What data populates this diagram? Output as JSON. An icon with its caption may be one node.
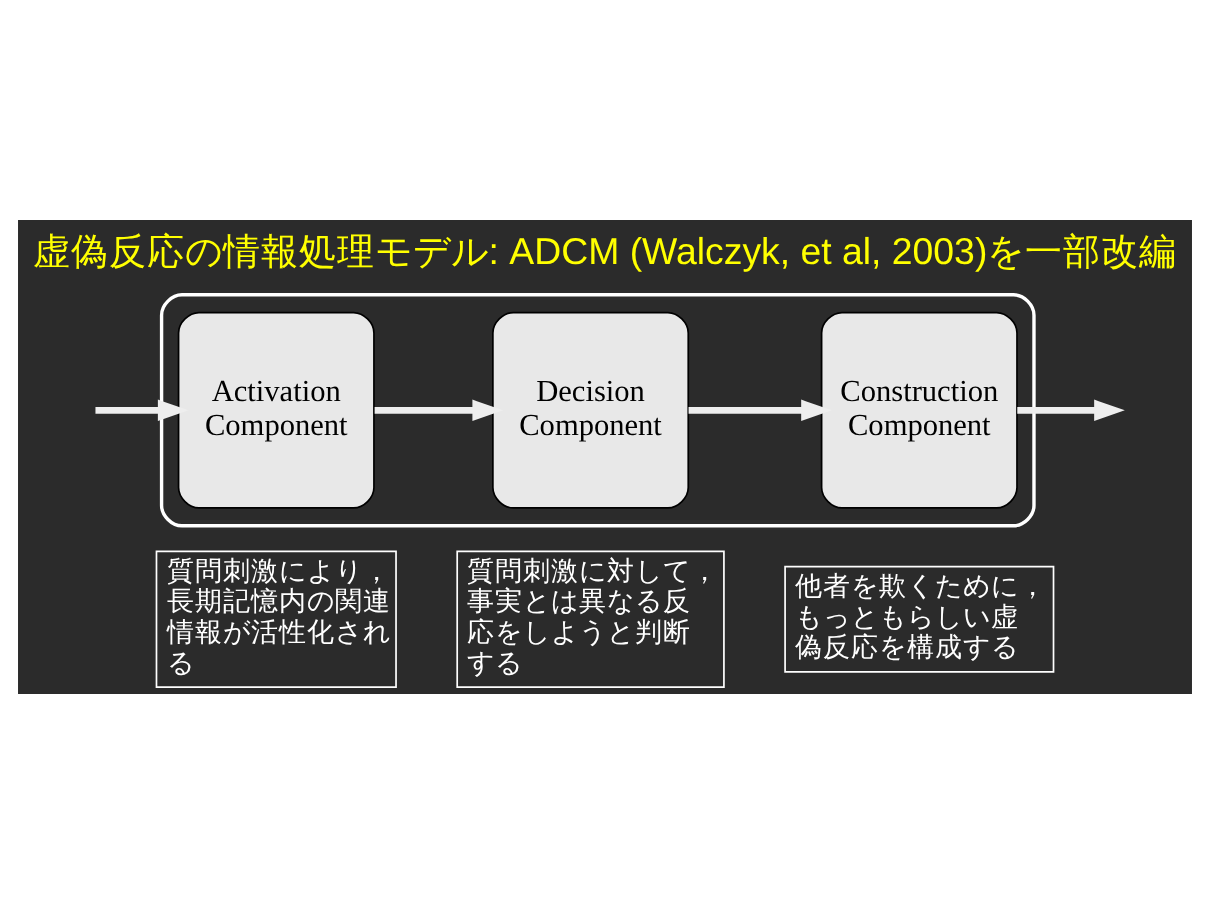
{
  "diagram": {
    "title": "虚偽反応の情報処理モデル: ADCM (Walczyk, et al, 2003)を一部改編",
    "nodes": [
      {
        "text": [],
        "shape": "box"
      },
      {
        "text": [
          "Activation Component"
        ],
        "in": 0
      },
      {
        "text": [
          "Decision Component"
        ],
        "in": 0
      },
      {
        "text": [
          "Construction Component"
        ],
        "in": 0
      },
      {
        "text": [
          "質問刺激により，長期記憶内の関連情報が活性化される"
        ]
      },
      {
        "text": [
          "質問刺激に対して，事実とは異なる反応をしようと判断する"
        ]
      },
      {
        "text": [
          "他者を欺くために，もっともらしい虚偽反応を構成する"
        ]
      }
    ],
    "edges": [
      {
        "from": null,
        "to": 1,
        "arrow": "to"
      },
      {
        "from": 1,
        "to": 2,
        "arrow": "to"
      },
      {
        "from": 2,
        "to": 3,
        "arrow": "to"
      },
      {
        "from": 3,
        "to": null,
        "arrow": "to"
      }
    ]
  }
}
